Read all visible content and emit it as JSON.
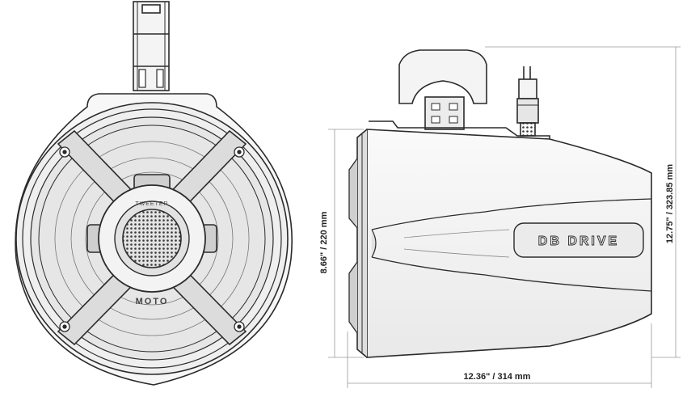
{
  "diagram": {
    "brand_logo": "DB DRIVE",
    "grille_text_top": "TWEETER",
    "grille_text_bottom": "MOTO"
  },
  "dimensions": {
    "height_label": "8.66\" / 220 mm",
    "overall_height_label": "12.75\" / 323.85 mm",
    "width_label": "12.36\" / 314 mm"
  },
  "colors": {
    "line": "#2b2b2b",
    "fill_light": "#f2f2f2",
    "fill_dark": "#d6d6d6",
    "dim_line": "#9a9a9a"
  }
}
